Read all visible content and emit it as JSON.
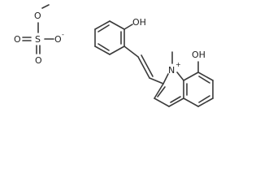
{
  "colors": {
    "bond": "#3a3a3a",
    "text": "#222222",
    "background": "#ffffff"
  },
  "methylsulfate": {
    "o_methyl": "O",
    "sulfur": "S",
    "o_left": "O",
    "o_bottom": "O",
    "o_right": "O",
    "o_right_charge": "-"
  },
  "cation": {
    "phenol_oh": "OH",
    "nitrogen": "N",
    "nitrogen_charge": "+",
    "quinoline_oh": "OH"
  }
}
